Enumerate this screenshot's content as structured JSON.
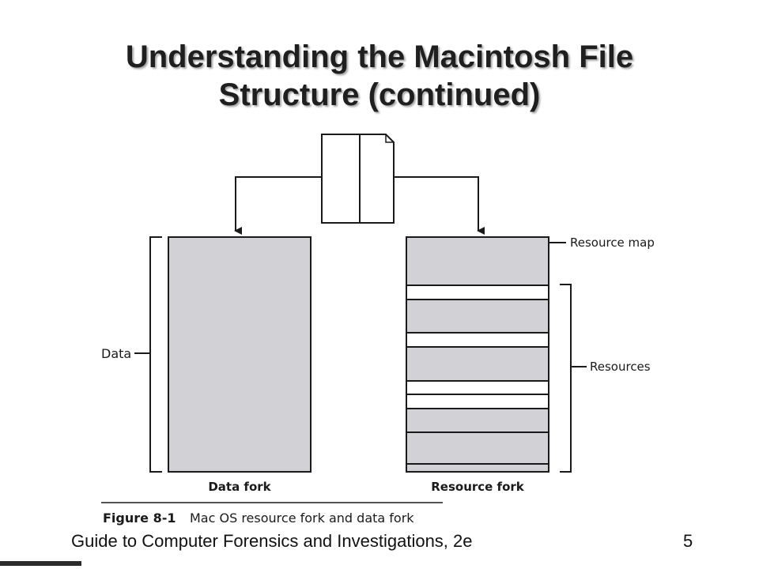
{
  "slide": {
    "title_line1": "Understanding the Macintosh File",
    "title_line2": "Structure (continued)"
  },
  "figure": {
    "label_data": "Data",
    "label_resource_map": "Resource map",
    "label_resources": "Resources",
    "caption_data_fork": "Data fork",
    "caption_resource_fork": "Resource fork",
    "figure_number": "Figure 8-1",
    "figure_caption": "Mac OS resource fork and data fork",
    "fork_fill_color": "#d2d2d6",
    "stroke_color": "#1a1a1a"
  },
  "footer": {
    "book_title": "Guide to Computer Forensics and Investigations, 2e",
    "page_number": "5"
  }
}
